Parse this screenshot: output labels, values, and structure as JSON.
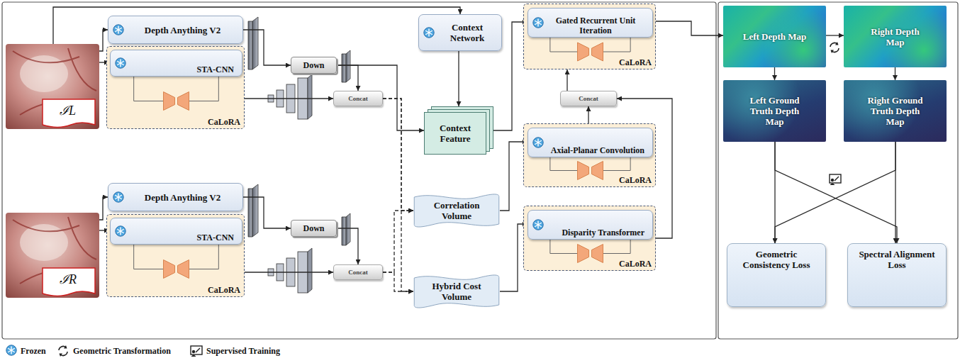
{
  "diagram": {
    "nodes": [
      {
        "text": [
          "Depth Anything V2"
        ]
      },
      {
        "text": [
          "CaLoRA"
        ]
      },
      {
        "text": [
          "STA-CNN"
        ],
        "in": 1
      },
      {
        "text": [
          "Down"
        ]
      },
      {
        "text": [
          "Concat"
        ]
      },
      {
        "text": [
          "Context Network"
        ]
      },
      {
        "text": [
          "Context Feature"
        ]
      },
      {
        "text": [
          "CaLoRA"
        ]
      },
      {
        "text": [
          "Gated Recurrent Unit Iteration"
        ],
        "in": 7
      },
      {
        "text": [
          "Depth Anything V2"
        ]
      },
      {
        "text": [
          "CaLoRA"
        ]
      },
      {
        "text": [
          "STA-CNN"
        ],
        "in": 10
      },
      {
        "text": [
          "Down"
        ]
      },
      {
        "text": [
          "Concat"
        ]
      },
      {
        "text": [
          "Concat"
        ]
      },
      {
        "text": [
          "CaLoRA"
        ]
      },
      {
        "text": [
          "Axial-Planar Convolution"
        ],
        "in": 15
      },
      {
        "text": [
          "Correlation Volume"
        ]
      },
      {
        "text": [
          "CaLoRA"
        ]
      },
      {
        "text": [
          "Disparity Transformer"
        ],
        "in": 18
      },
      {
        "text": [
          "Hybrid Cost Volume"
        ]
      },
      {
        "text": [
          "Left Depth Map"
        ]
      },
      {
        "text": [
          "Right Depth Map"
        ]
      },
      {
        "text": [
          "Left Ground Truth Depth Map"
        ]
      },
      {
        "text": [
          "Right Ground Truth Depth Map"
        ]
      },
      {
        "text": [
          "Geometric Consistency Loss"
        ]
      },
      {
        "text": [
          "Spectral Alignment Loss"
        ]
      }
    ],
    "edges": [
      {
        "from": 0,
        "to": 3,
        "arrow": "to"
      },
      {
        "from": 3,
        "to": 6,
        "arrow": "to"
      },
      {
        "from": 3,
        "to": 4,
        "arrow": "to"
      },
      {
        "from": 1,
        "to": 4,
        "arrow": "to"
      },
      {
        "from": 5,
        "to": 6,
        "arrow": "to"
      },
      {
        "from": 6,
        "to": 8,
        "arrow": "to"
      },
      {
        "from": 4,
        "to": 17,
        "arrow": "to"
      },
      {
        "from": 4,
        "to": 20,
        "arrow": "to"
      },
      {
        "from": 9,
        "to": 12,
        "arrow": "to"
      },
      {
        "from": 12,
        "to": 13,
        "arrow": "to"
      },
      {
        "from": 10,
        "to": 13,
        "arrow": "to"
      },
      {
        "from": 13,
        "to": 17,
        "arrow": "to"
      },
      {
        "from": 13,
        "to": 20,
        "arrow": "to"
      },
      {
        "from": 17,
        "to": 16,
        "arrow": "to"
      },
      {
        "from": 20,
        "to": 19,
        "arrow": "to"
      },
      {
        "from": 15,
        "to": 14,
        "arrow": "to"
      },
      {
        "from": 18,
        "to": 14,
        "arrow": "to"
      },
      {
        "from": 14,
        "to": 7,
        "arrow": "to"
      },
      {
        "from": 7,
        "to": 21,
        "arrow": "to"
      },
      {
        "from": 21,
        "to": 22,
        "arrow": "to"
      },
      {
        "from": 21,
        "to": 23,
        "arrow": "to"
      },
      {
        "from": 22,
        "to": 24,
        "arrow": "to"
      },
      {
        "from": 23,
        "to": 25,
        "arrow": "to"
      },
      {
        "from": 23,
        "to": 26,
        "arrow": "to"
      },
      {
        "from": 24,
        "to": 25,
        "arrow": "to"
      },
      {
        "from": 24,
        "to": 26,
        "arrow": "to"
      }
    ],
    "labels": [
      "ℐL",
      "ℐR"
    ],
    "legend": [
      {
        "text": "Frozen"
      },
      {
        "text": "Geometric Transformation"
      },
      {
        "text": "Supervised Training"
      }
    ]
  }
}
